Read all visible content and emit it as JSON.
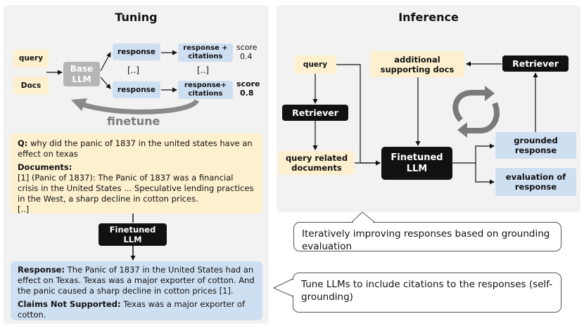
{
  "tuning": {
    "title": "Tuning",
    "query_label": "query",
    "docs_label": "Docs",
    "base_llm_label": "Base\nLLM",
    "response_label_1": "response",
    "response_label_2": "response",
    "ellipsis_1": "[..]",
    "ellipsis_2": "[..]",
    "citations_label_1": "response +\ncitations",
    "citations_label_2": "response+\ncitations",
    "score_word_1": "score",
    "score_value_1": "0.4",
    "score_word_2": "score",
    "score_value_2": "0.8",
    "finetune_label": "finetune",
    "example": {
      "q_prefix": "Q:",
      "q_text": " why did the panic of 1837 in the united states have an effect on texas",
      "docs_heading": "Documents:",
      "docs_text": "[1] (Panic of 1837): The Panic of 1837 was a financial crisis in the United States ... Speculative lending practices in the West, a sharp decline in cotton prices.",
      "docs_more": "[..]"
    },
    "finetuned_llm_label": "Finetuned\nLLM",
    "response": {
      "prefix": "Response:",
      "text": " The Panic of 1837 in the United States had an effect on Texas. Texas was a major exporter of cotton. And the panic caused a sharp decline in cotton prices [1].",
      "claims_prefix": "Claims Not Supported:",
      "claims_text": " Texas was a major exporter of cotton."
    }
  },
  "inference": {
    "title": "Inference",
    "query_label": "query",
    "retriever_top_label": "Retriever",
    "additional_docs_label": "additional\nsupporting docs",
    "retriever_left_label": "Retriever",
    "query_related_docs_label": "query related\ndocuments",
    "finetuned_llm_label": "Finetuned\nLLM",
    "grounded_response_label": "grounded\nresponse",
    "evaluation_label": "evaluation of\nresponse"
  },
  "callouts": {
    "inference_caption": "Iteratively improving responses based on grounding evaluation",
    "tuning_caption": "Tune LLMs to include citations to the responses (self-grounding)"
  },
  "colors": {
    "panel_bg": "#f2f2f2",
    "yellow_box": "#fdf0cf",
    "blue_box": "#cfdff2",
    "black_box": "#111111",
    "gray_box": "#b5b5b5"
  }
}
